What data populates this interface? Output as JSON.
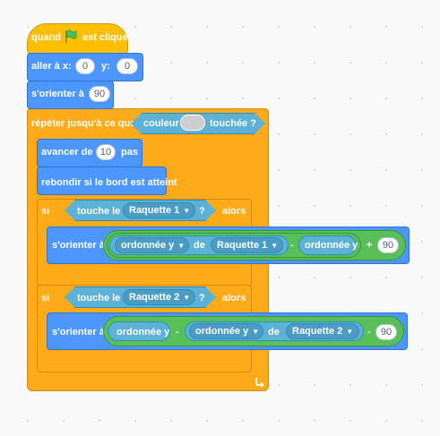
{
  "event": {
    "when": "quand",
    "clicked": "est cliqué",
    "flag_icon": "green-flag-icon"
  },
  "goto": {
    "label": "aller à x:",
    "x": "0",
    "y_label": "y:",
    "y": "0"
  },
  "point1": {
    "label": "s'orienter à",
    "value": "90"
  },
  "repeat": {
    "label": "répéter jusqu'à ce que",
    "sense_label": "couleur",
    "touched": "touchée ?",
    "loop_icon": "loop-arrow-icon"
  },
  "move": {
    "label": "avancer de",
    "value": "10",
    "unit": "pas"
  },
  "bounce": {
    "label": "rebondir si le bord est atteint"
  },
  "if1": {
    "si": "si",
    "touch": "touche le",
    "target": "Raquette 1",
    "q": "?",
    "alors": "alors",
    "point_label": "s'orienter à",
    "prop": "ordonnée y",
    "de": "de",
    "sprite": "Raquette 1",
    "minus": "-",
    "y": "ordonnée y",
    "plus": "+",
    "num": "90"
  },
  "if2": {
    "si": "si",
    "touch": "touche le",
    "target": "Raquette 2",
    "q": "?",
    "alors": "alors",
    "point_label": "s'orienter à",
    "y": "ordonnée y",
    "minus": "-",
    "prop": "ordonnée y",
    "de": "de",
    "sprite": "Raquette 2",
    "minus2": "-",
    "num": "90"
  },
  "colors": {
    "events": "#ffbf00",
    "motion": "#4c97ff",
    "control": "#ffab19",
    "sensing": "#5cb1d6",
    "operators": "#59c059"
  }
}
